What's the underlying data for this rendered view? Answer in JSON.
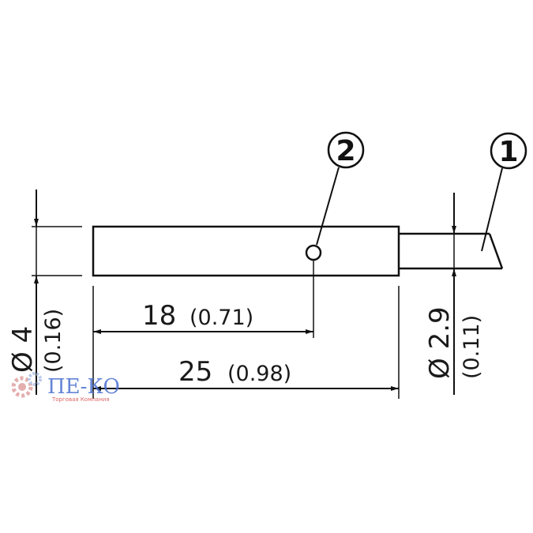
{
  "callouts": {
    "cable": "1",
    "led": "2"
  },
  "dimensions": {
    "length_18": {
      "value": "18",
      "inch": "(0.71)"
    },
    "length_25": {
      "value": "25",
      "inch": "(0.98)"
    },
    "diameter_body": {
      "value": "Ø 4",
      "inch": "(0.16)"
    },
    "diameter_cable": {
      "value": "Ø 2.9",
      "inch": "(0.11)"
    }
  },
  "watermark": {
    "name": "ПЕ-КО",
    "tagline": "Торговая Компания"
  },
  "colors": {
    "line": "#111111",
    "watermark_blue": "#4a6fcf",
    "watermark_red": "#d94a4a"
  }
}
